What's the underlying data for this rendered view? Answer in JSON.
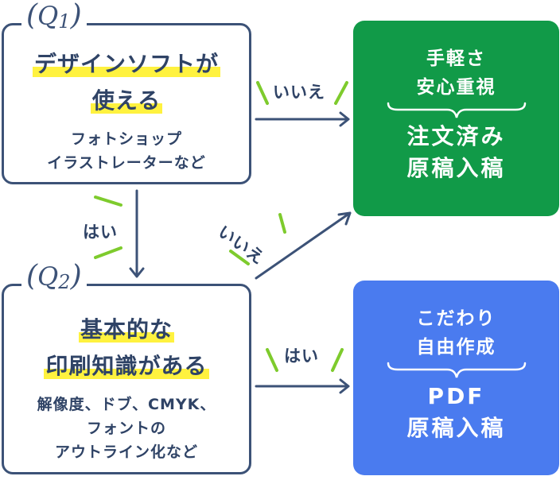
{
  "q1": {
    "label_q": "Q",
    "label_num": "1",
    "title_line1": "デザインソフトが",
    "title_line2": "使える",
    "sub_line1": "フォトショップ",
    "sub_line2": "イラストレーターなど"
  },
  "q2": {
    "label_q": "Q",
    "label_num": "2",
    "title_line1": "基本的な",
    "title_line2": "印刷知識がある",
    "sub_line1": "解像度、ドブ、CMYK、",
    "sub_line2": "フォントの",
    "sub_line3": "アウトライン化など"
  },
  "result_green": {
    "top_line1": "手軽さ",
    "top_line2": "安心重視",
    "bottom_line1": "注文済み",
    "bottom_line2": "原稿入稿",
    "color": "#119a48"
  },
  "result_blue": {
    "top_line1": "こだわり",
    "top_line2": "自由作成",
    "bottom_line1": "PDF",
    "bottom_line2": "原稿入稿",
    "color": "#4a7bef"
  },
  "edges": {
    "q1_no": "いいえ",
    "q1_yes": "はい",
    "q2_no": "いいえ",
    "q2_yes": "はい"
  },
  "colors": {
    "border": "#3c5277",
    "highlight": "#fff23f",
    "accent_dash": "#7ecb2d"
  }
}
